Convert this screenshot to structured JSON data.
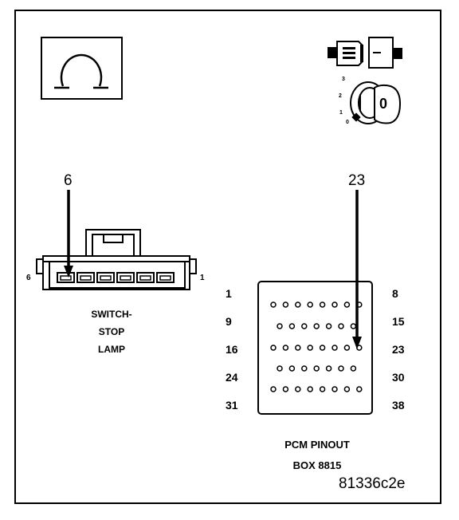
{
  "callouts": {
    "left": "6",
    "right": "23"
  },
  "connector": {
    "left_pin": "6",
    "right_pin": "1",
    "caption": [
      "SWITCH-",
      "STOP",
      "LAMP"
    ]
  },
  "pcm": {
    "left_numbers": [
      "1",
      "9",
      "16",
      "24",
      "31"
    ],
    "right_numbers": [
      "8",
      "15",
      "23",
      "30",
      "38"
    ],
    "caption": [
      "PCM PINOUT",
      "BOX 8815"
    ]
  },
  "key_positions": [
    "3",
    "2",
    "1",
    "0"
  ],
  "key_label": "0",
  "figure_ref": "81336c2e",
  "icons": [
    "ohmmeter-icon",
    "connector-disconnect-icon",
    "ignition-key-icon"
  ]
}
